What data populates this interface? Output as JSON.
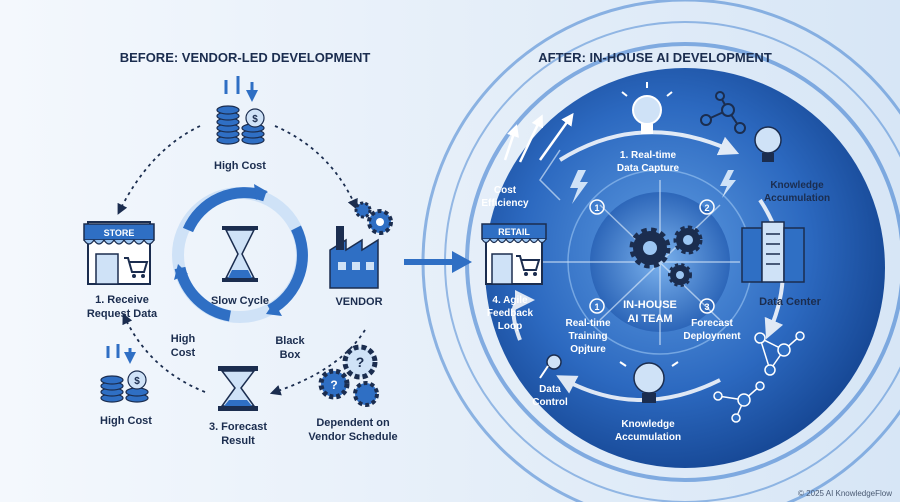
{
  "before": {
    "title": "BEFORE: VENDOR-LED DEVELOPMENT",
    "top_cost": "High Cost",
    "store_sign": "STORE",
    "step1_line1": "1. Receive",
    "step1_line2": "Request Data",
    "center": "Slow Cycle",
    "vendor": "VENDOR",
    "black_box_line1": "Black",
    "black_box_line2": "Box",
    "high_cost_line1": "High",
    "high_cost_line2": "Cost",
    "bottom_cost": "High Cost",
    "step3_line1": "3. Forecast",
    "step3_line2": "Result",
    "dependent_line1": "Dependent on",
    "dependent_line2": "Vendor Schedule"
  },
  "after": {
    "title": "AFTER: IN-HOUSE AI DEVELOPMENT",
    "cost_eff_line1": "Cost",
    "cost_eff_line2": "Efficiency",
    "step1_line1": "1. Real-time",
    "step1_line2": "Data Capture",
    "knowledge_top_line1": "Knowledge",
    "knowledge_top_line2": "Accumulation",
    "retail_sign": "RETAIL",
    "data_center": "Data Center",
    "team_line1": "IN-HOUSE",
    "team_line2": "AI TEAM",
    "agile_line1": "4. Agile",
    "agile_line2": "Feedback",
    "agile_line3": "Loop",
    "training_line1": "Real-time",
    "training_line2": "Training",
    "training_line3": "Opjture",
    "forecast_line1": "Forecast",
    "forecast_line2": "Deployment",
    "data_control_line1": "Data",
    "data_control_line2": "Control",
    "knowledge_bottom_line1": "Knowledge",
    "knowledge_bottom_line2": "Accumulation",
    "badge_1a": "1",
    "badge_2": "2",
    "badge_1b": "1",
    "badge_3": "3"
  },
  "footer": "© 2025 AI KnowledgeFlow",
  "colors": {
    "navy": "#1b2d4f",
    "brand_blue": "#2f6fc4",
    "deep_blue": "#0f3c86",
    "light_blue": "#cfe2f7"
  }
}
